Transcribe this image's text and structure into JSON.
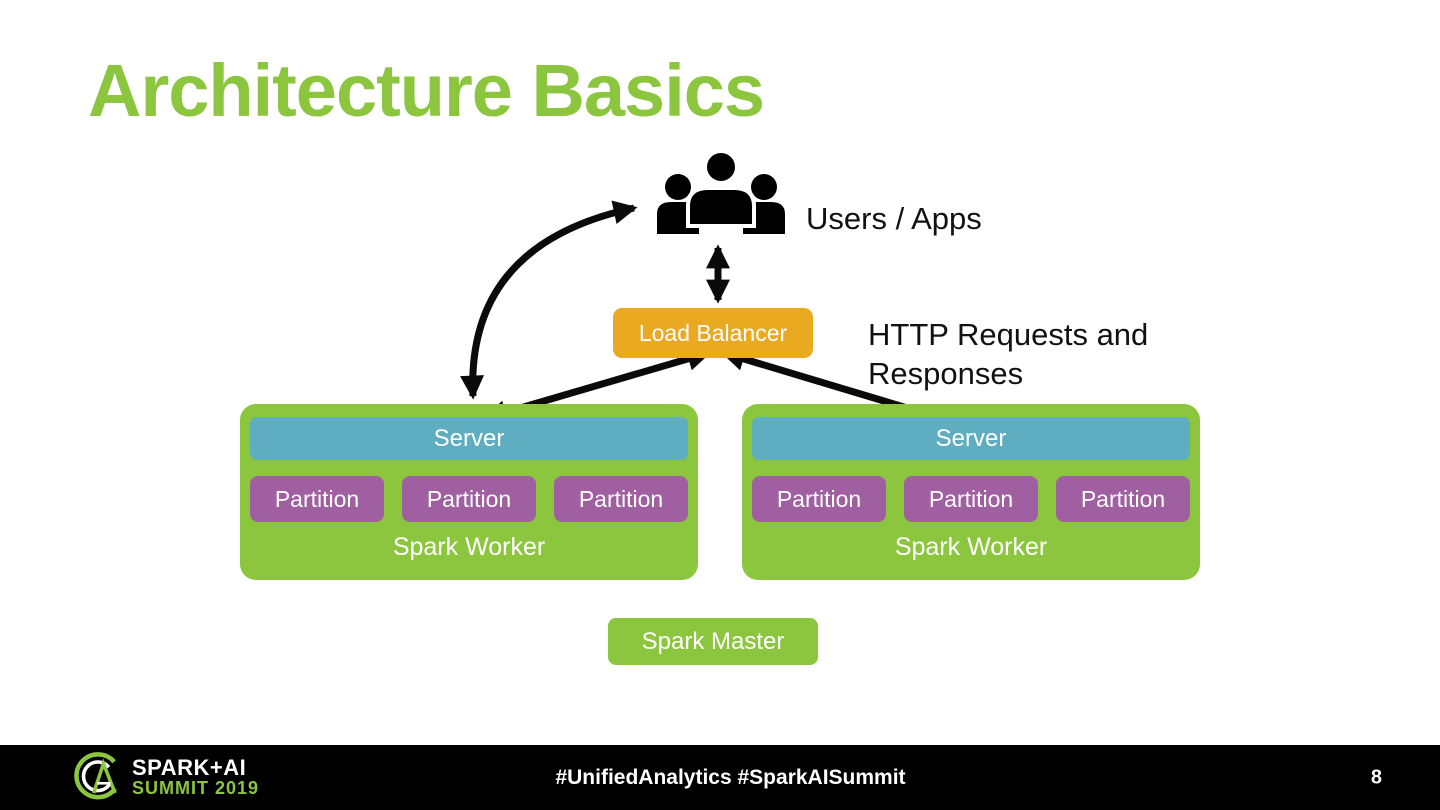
{
  "slide": {
    "title": "Architecture Basics",
    "page_number": "8"
  },
  "diagram": {
    "users_label": "Users / Apps",
    "load_balancer_label": "Load Balancer",
    "http_label": "HTTP Requests and Responses",
    "workers": [
      {
        "server_label": "Server",
        "partitions": [
          "Partition",
          "Partition",
          "Partition"
        ],
        "label": "Spark Worker"
      },
      {
        "server_label": "Server",
        "partitions": [
          "Partition",
          "Partition",
          "Partition"
        ],
        "label": "Spark Worker"
      }
    ],
    "master_label": "Spark Master"
  },
  "footer": {
    "logo_line1": "SPARK+AI",
    "logo_line2": "SUMMIT 2019",
    "hashtags": "#UnifiedAnalytics #SparkAISummit"
  },
  "icons": {
    "users_group": "three-person-silhouette-icon",
    "logo_mark": "spark-ai-summit-monogram-icon"
  },
  "colors": {
    "title_green": "#8CC63F",
    "box_green": "#8CC63F",
    "load_balancer_orange": "#E9A920",
    "server_teal": "#5FADC0",
    "partition_purple": "#A05FA0",
    "arrow_black": "#0A0A0A",
    "footer_black": "#000000",
    "text_white": "#FFFFFF"
  }
}
